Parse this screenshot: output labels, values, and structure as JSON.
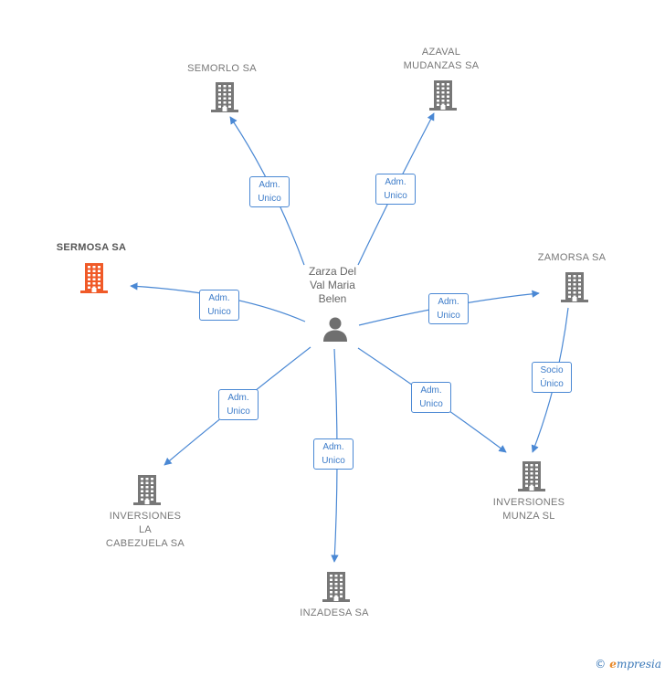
{
  "center": {
    "name": "Zarza Del\nVal Maria\nBelen",
    "icon": "person-icon"
  },
  "companies": [
    {
      "id": "semorlo",
      "name": "SEMORLO SA",
      "icon": "building-icon",
      "color": "#777777"
    },
    {
      "id": "azaval",
      "name": "AZAVAL\nMUDANZAS SA",
      "icon": "building-icon",
      "color": "#777777"
    },
    {
      "id": "sermosa",
      "name": "SERMOSA SA",
      "icon": "building-icon",
      "color": "#f05a28"
    },
    {
      "id": "zamorsa",
      "name": "ZAMORSA SA",
      "icon": "building-icon",
      "color": "#777777"
    },
    {
      "id": "cabezuela",
      "name": "INVERSIONES\nLA\nCABEZUELA SA",
      "icon": "building-icon",
      "color": "#777777"
    },
    {
      "id": "inzadesa",
      "name": "INZADESA SA",
      "icon": "building-icon",
      "color": "#777777"
    },
    {
      "id": "munza",
      "name": "INVERSIONES\nMUNZA SL",
      "icon": "building-icon",
      "color": "#777777"
    }
  ],
  "edges": [
    {
      "from": "center",
      "to": "semorlo",
      "label": "Adm.\nUnico"
    },
    {
      "from": "center",
      "to": "azaval",
      "label": "Adm.\nUnico"
    },
    {
      "from": "center",
      "to": "sermosa",
      "label": "Adm.\nUnico"
    },
    {
      "from": "center",
      "to": "zamorsa",
      "label": "Adm.\nUnico"
    },
    {
      "from": "center",
      "to": "cabezuela",
      "label": "Adm.\nUnico"
    },
    {
      "from": "center",
      "to": "inzadesa",
      "label": "Adm.\nUnico"
    },
    {
      "from": "center",
      "to": "munza",
      "label": "Adm.\nUnico"
    },
    {
      "from": "zamorsa",
      "to": "munza",
      "label": "Socio\nÚnico"
    }
  ],
  "edge_color": "#4a88d4",
  "footer": {
    "copyright": "©",
    "brand_initial": "e",
    "brand_rest": "mpresia"
  }
}
